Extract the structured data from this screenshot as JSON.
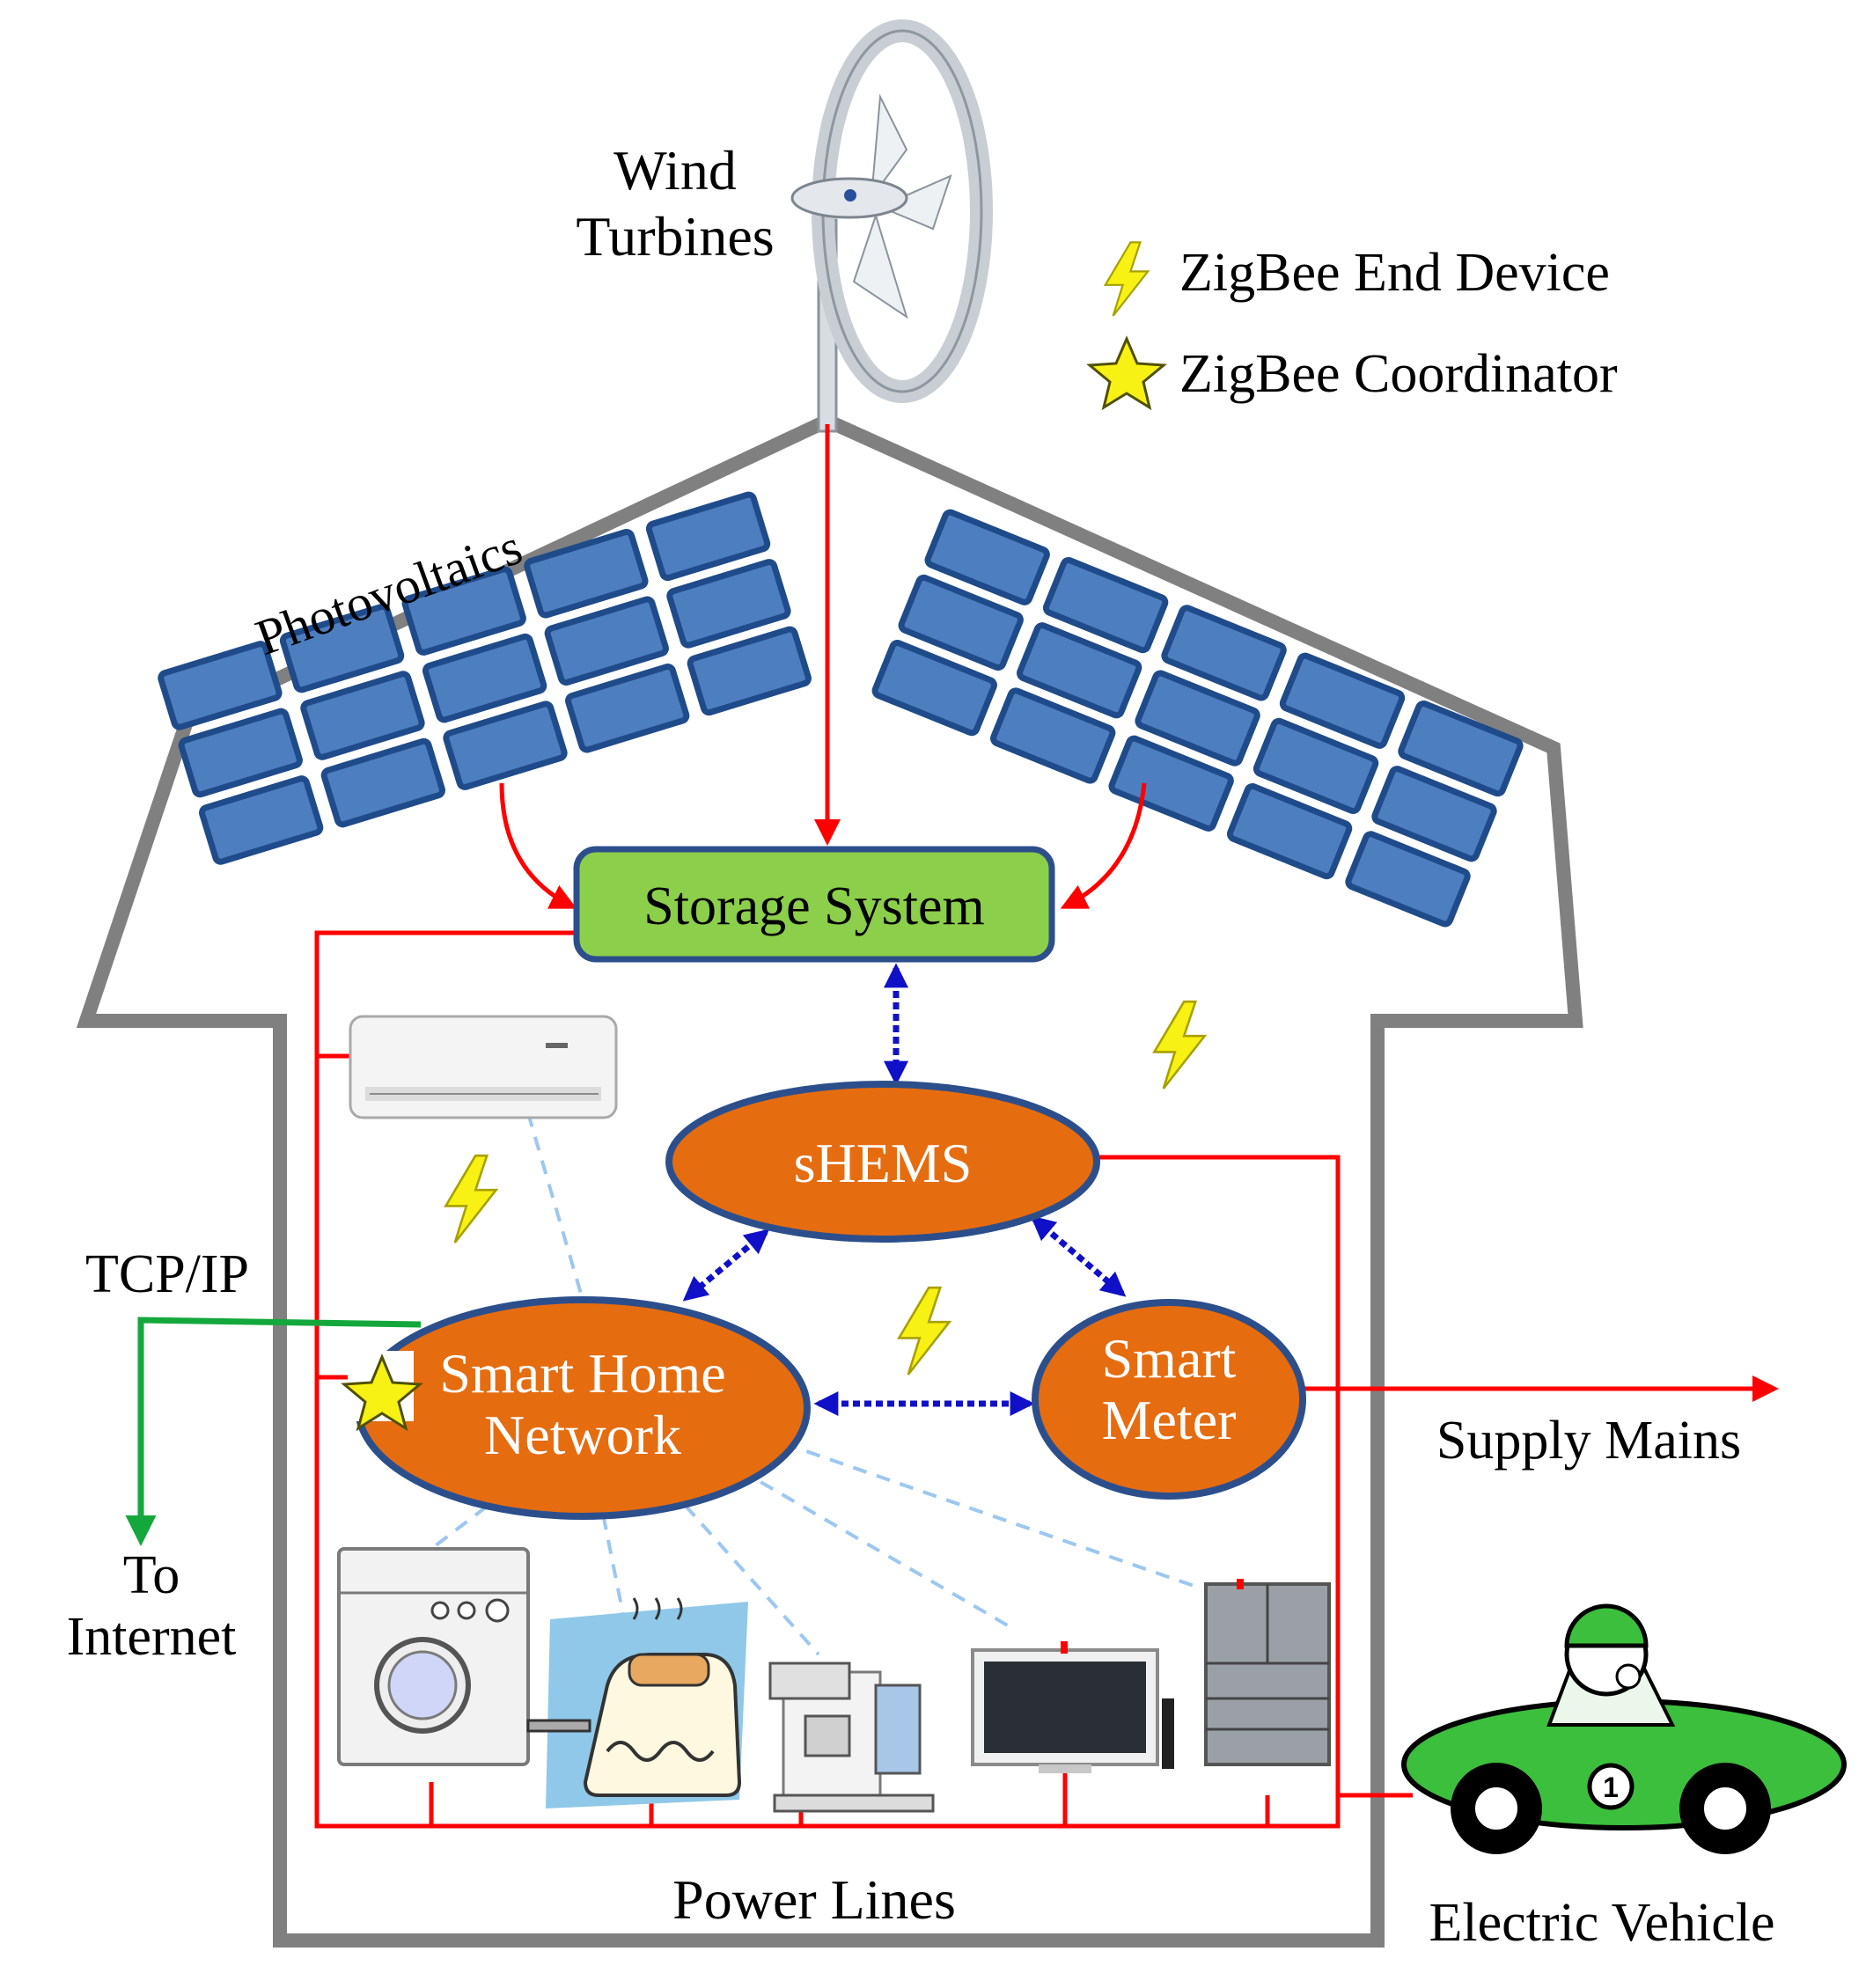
{
  "labels": {
    "wind_turbines_line1": "Wind",
    "wind_turbines_line2": "Turbines",
    "photovoltaics": "Photovoltaics",
    "storage_system": "Storage System",
    "shems": "sHEMS",
    "smart_home_network_line1": "Smart Home",
    "smart_home_network_line2": "Network",
    "smart_meter_line1": "Smart",
    "smart_meter_line2": "Meter",
    "tcp_ip": "TCP/IP",
    "to_internet_line1": "To",
    "to_internet_line2": "Internet",
    "supply_mains": "Supply Mains",
    "power_lines": "Power Lines",
    "electric_vehicle": "Electric Vehicle"
  },
  "legend": {
    "end_device": "ZigBee End Device",
    "coordinator": "ZigBee Coordinator"
  },
  "colors": {
    "power_line": "#ff0000",
    "zigbee_link": "#1010c8",
    "wireless_dashed": "#9cc7f0",
    "internet_link": "#14a83c",
    "house_outline": "#808080",
    "pv_panel_fill": "#4d7ec0",
    "pv_panel_border": "#1f4b8a",
    "storage_fill": "#8ccf4a",
    "node_fill": "#e66c10",
    "node_border": "#2c4f8c",
    "zigbee_icon": "#f7f213",
    "car_body": "#3cbf3c"
  }
}
